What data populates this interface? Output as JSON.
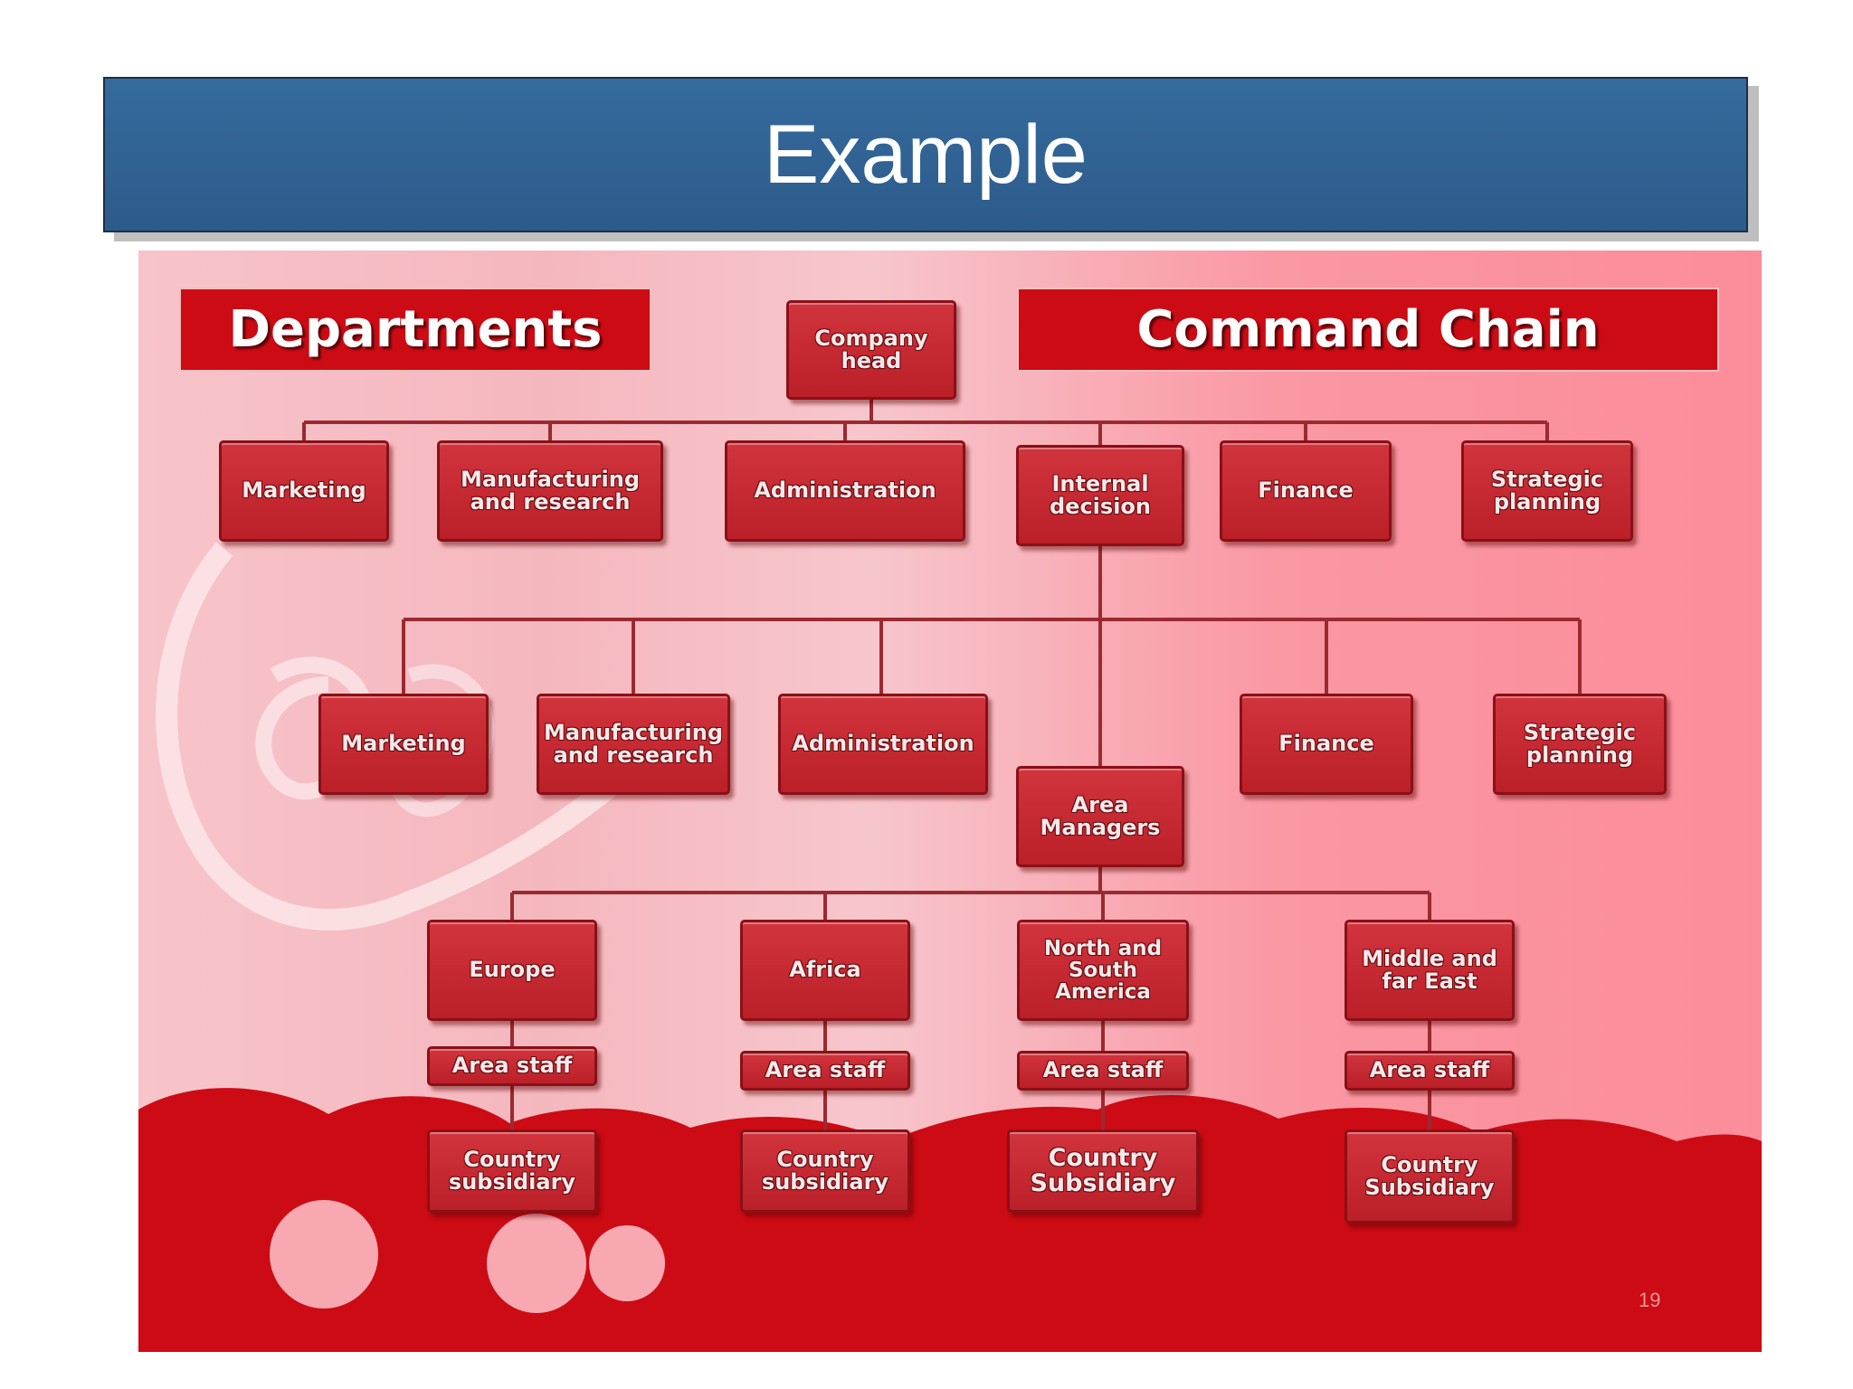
{
  "slide": {
    "title": "Example",
    "page_number": "19"
  },
  "headers": {
    "departments": "Departments",
    "command_chain": "Command Chain"
  },
  "chart": {
    "top": "Company\nhead",
    "level1": [
      "Marketing",
      "Manufacturing\nand research",
      "Administration",
      "Internal\ndecision",
      "Finance",
      "Strategic\nplanning"
    ],
    "level2": [
      "Marketing",
      "Manufacturing\nand research",
      "Administration",
      "Finance",
      "Strategic\nplanning"
    ],
    "area_managers": "Area\nManagers",
    "regions": [
      "Europe",
      "Africa",
      "North and\nSouth\nAmerica",
      "Middle and\nfar East"
    ],
    "area_staff": [
      "Area staff",
      "Area staff",
      "Area staff",
      "Area staff"
    ],
    "subsidiaries": [
      "Country\nsubsidiary",
      "Country\nsubsidiary",
      "Country\nSubsidiary",
      "Country\nSubsidiary"
    ]
  },
  "colors": {
    "title_bar": "#2f5f91",
    "node_red": "#c7262f",
    "header_red": "#cc0b14"
  }
}
